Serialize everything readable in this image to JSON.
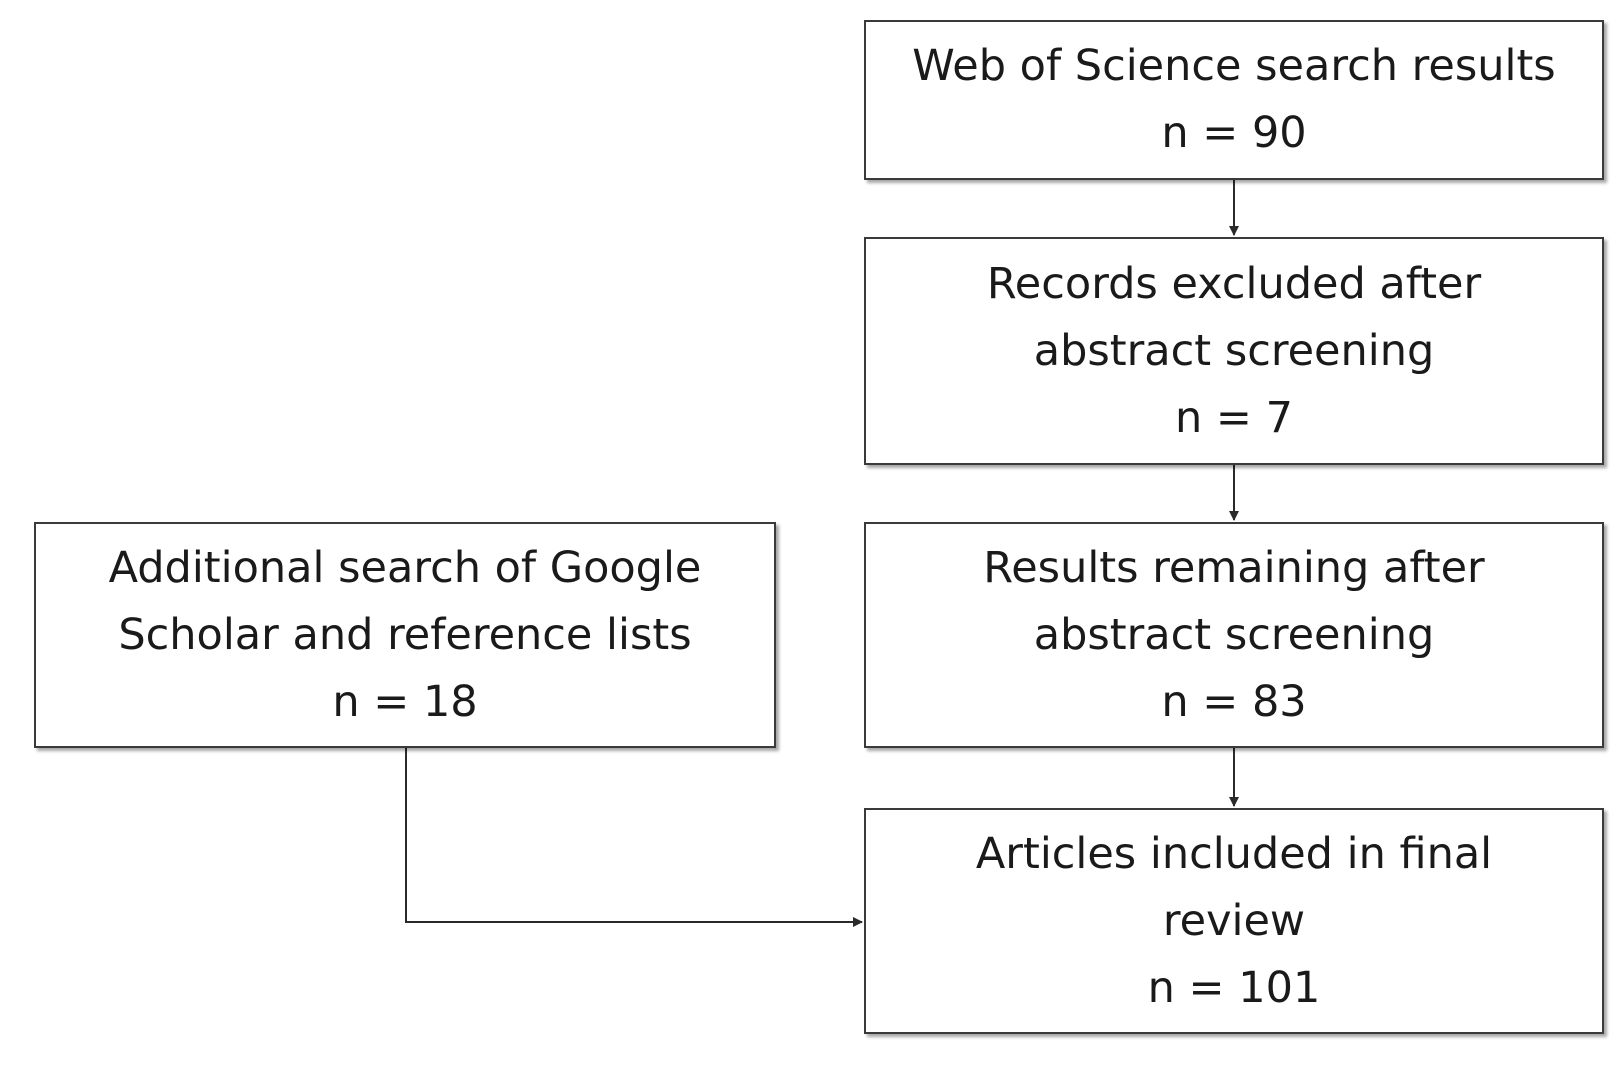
{
  "flow": {
    "wos": {
      "lines": [
        "Web of Science search results",
        "n = 90"
      ]
    },
    "excluded": {
      "lines": [
        "Records excluded after",
        "abstract screening",
        "n = 7"
      ]
    },
    "remaining": {
      "lines": [
        "Results remaining after",
        "abstract screening",
        "n = 83"
      ]
    },
    "final": {
      "lines": [
        "Articles included in final",
        "review",
        "n = 101"
      ]
    },
    "additional": {
      "lines": [
        "Additional search of Google",
        "Scholar and reference lists",
        "n = 18"
      ]
    }
  }
}
